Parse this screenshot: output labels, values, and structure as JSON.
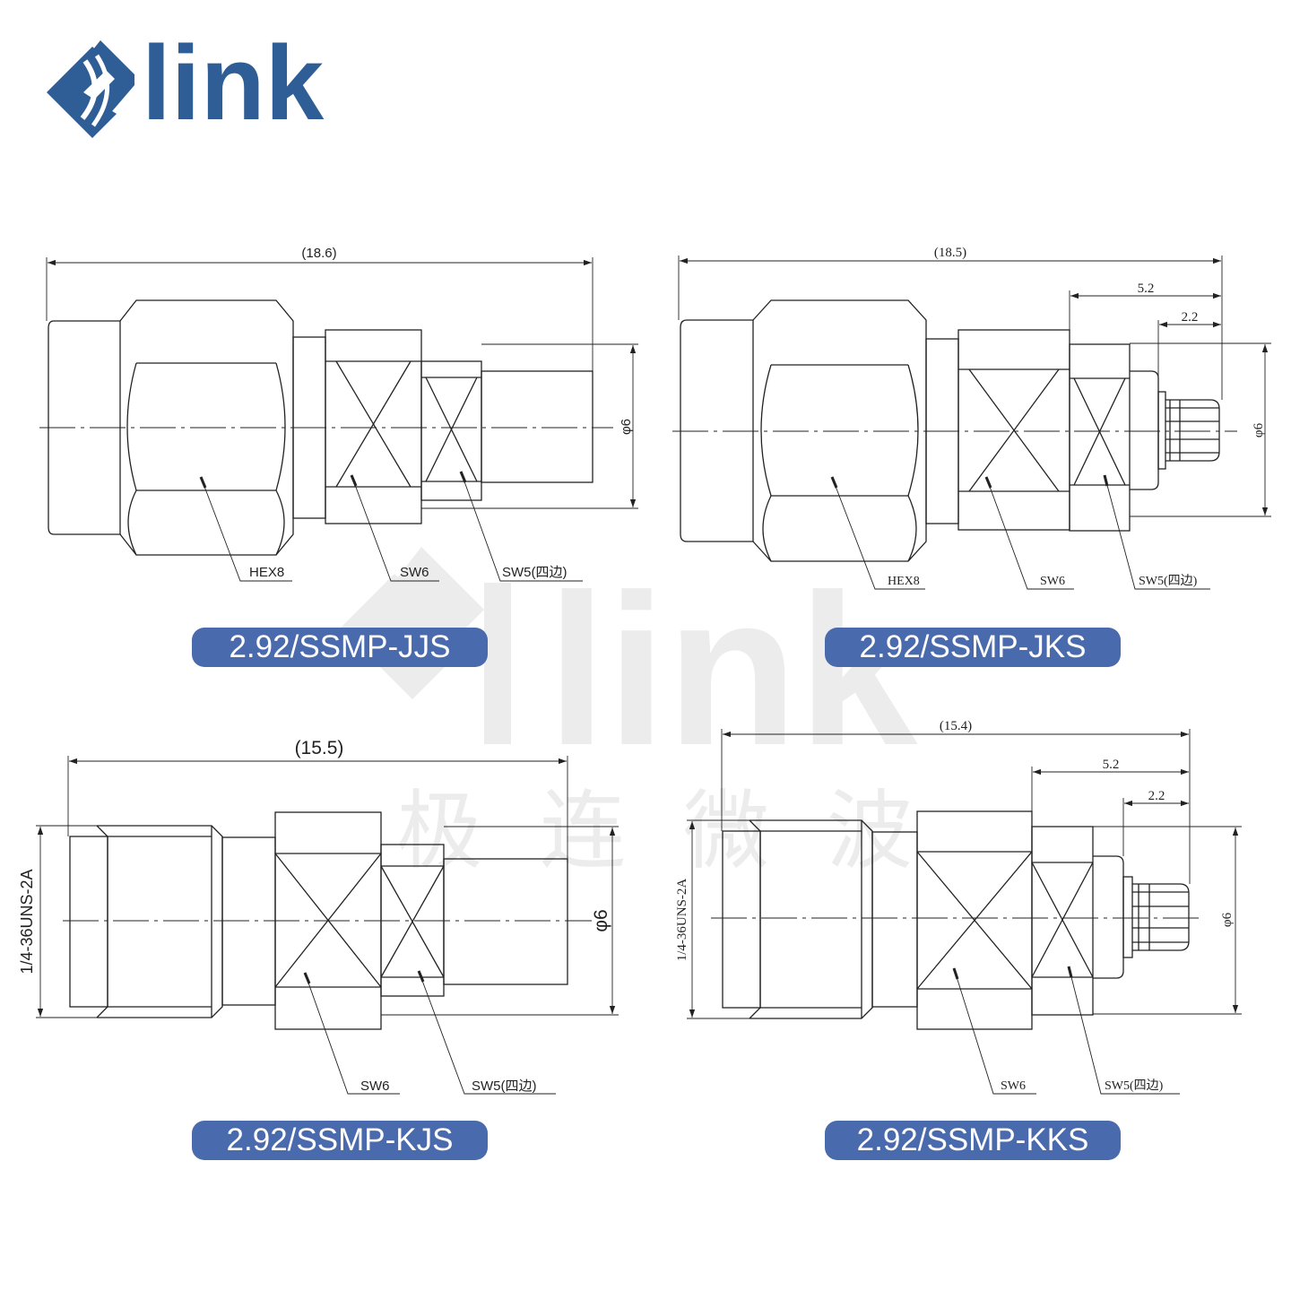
{
  "brand": {
    "name": "link",
    "color": "#2f5e97",
    "watermark_text": "link",
    "watermark_cn": [
      "极",
      "连",
      "微",
      "波"
    ],
    "watermark_color": "#ececec"
  },
  "label_color": "#4a6aae",
  "line_color": "#222222",
  "drawings": [
    {
      "model": "2.92/SSMP-JJS",
      "overall_length": "(18.6)",
      "diameter": "φ6",
      "callouts": [
        "HEX8",
        "SW6",
        "SW5(四边)"
      ]
    },
    {
      "model": "2.92/SSMP-JKS",
      "overall_length": "(18.5)",
      "dim_a": "5.2",
      "dim_b": "2.2",
      "diameter": "φ6",
      "callouts": [
        "HEX8",
        "SW6",
        "SW5(四边)"
      ]
    },
    {
      "model": "2.92/SSMP-KJS",
      "overall_length": "(15.5)",
      "thread": "1/4-36UNS-2A",
      "diameter": "φ6",
      "callouts": [
        "SW6",
        "SW5(四边)"
      ]
    },
    {
      "model": "2.92/SSMP-KKS",
      "overall_length": "(15.4)",
      "dim_a": "5.2",
      "dim_b": "2.2",
      "thread": "1/4-36UNS-2A",
      "diameter": "φ6",
      "callouts": [
        "SW6",
        "SW5(四边)"
      ]
    }
  ]
}
